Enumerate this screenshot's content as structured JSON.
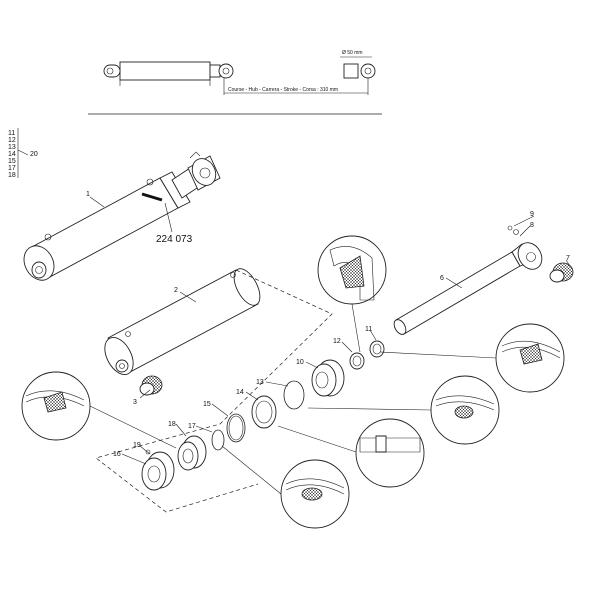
{
  "header": {
    "stroke_caption": "Course - Hub - Carrera - Stroke - Corsa : 310 mm",
    "diameter_caption": "Ø 50 mm"
  },
  "part_number": "224 073",
  "legend": {
    "items": [
      "11",
      "12",
      "13",
      "14",
      "15",
      "17",
      "18"
    ],
    "group_label": "20"
  },
  "callouts": [
    {
      "id": "c1",
      "label": "1"
    },
    {
      "id": "c2",
      "label": "2"
    },
    {
      "id": "c3",
      "label": "3"
    },
    {
      "id": "c6",
      "label": "6"
    },
    {
      "id": "c7",
      "label": "7"
    },
    {
      "id": "c8",
      "label": "8"
    },
    {
      "id": "c9",
      "label": "9"
    },
    {
      "id": "c10",
      "label": "10"
    },
    {
      "id": "c11",
      "label": "11"
    },
    {
      "id": "c12",
      "label": "12"
    },
    {
      "id": "c13",
      "label": "13"
    },
    {
      "id": "c14",
      "label": "14"
    },
    {
      "id": "c15",
      "label": "15"
    },
    {
      "id": "c16",
      "label": "16"
    },
    {
      "id": "c17",
      "label": "17"
    },
    {
      "id": "c18",
      "label": "18"
    },
    {
      "id": "c19",
      "label": "19"
    }
  ]
}
